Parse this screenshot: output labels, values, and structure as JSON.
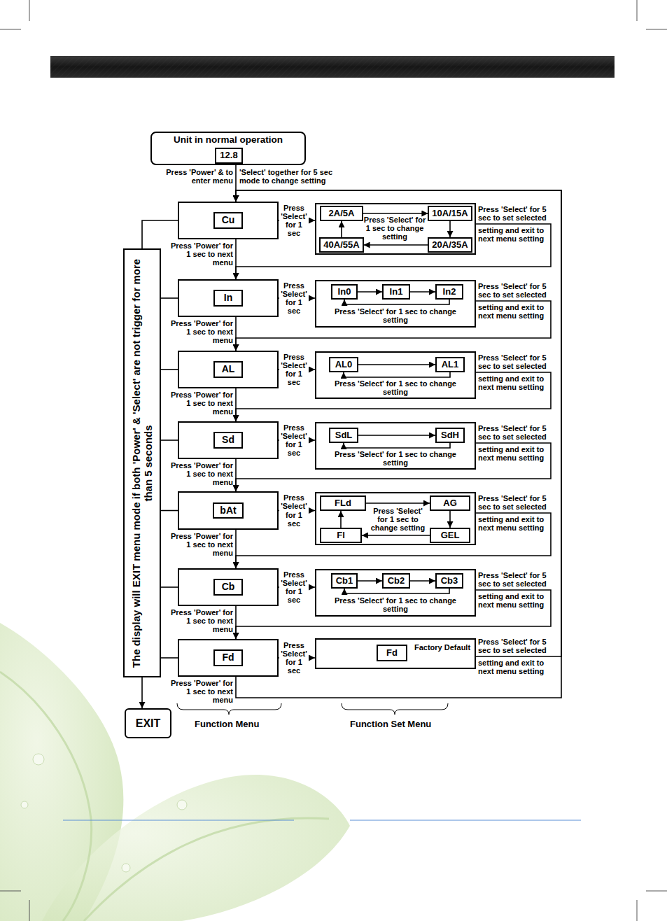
{
  "diagram": {
    "nodes": [
      {
        "text": [
          "Unit in normal operation"
        ]
      },
      {
        "text": [
          "12.8"
        ],
        "in": 0
      },
      {
        "text": [
          "Cu"
        ]
      },
      {
        "text": [
          "Press 'Select' for 1 sec to change setting"
        ]
      },
      {
        "text": [
          "2A/5A"
        ],
        "in": 3
      },
      {
        "text": [
          "10A/15A"
        ],
        "in": 3
      },
      {
        "text": [
          "40A/55A"
        ],
        "in": 3
      },
      {
        "text": [
          "20A/35A"
        ],
        "in": 3
      },
      {
        "text": [
          "In"
        ]
      },
      {
        "text": [
          "Press 'Select' for 1 sec to change setting"
        ]
      },
      {
        "text": [
          "In0"
        ],
        "in": 9
      },
      {
        "text": [
          "In1"
        ],
        "in": 9
      },
      {
        "text": [
          "In2"
        ],
        "in": 9
      },
      {
        "text": [
          "AL"
        ]
      },
      {
        "text": [
          "Press 'Select' for 1 sec to change setting"
        ]
      },
      {
        "text": [
          "AL0"
        ],
        "in": 14
      },
      {
        "text": [
          "AL1"
        ],
        "in": 14
      },
      {
        "text": [
          "Sd"
        ]
      },
      {
        "text": [
          "Press 'Select' for 1 sec to change setting"
        ]
      },
      {
        "text": [
          "SdL"
        ],
        "in": 18
      },
      {
        "text": [
          "SdH"
        ],
        "in": 18
      },
      {
        "text": [
          "bAt"
        ]
      },
      {
        "text": [
          "Press 'Select' for 1 sec to change setting"
        ]
      },
      {
        "text": [
          "FLd"
        ],
        "in": 22
      },
      {
        "text": [
          "AG"
        ],
        "in": 22
      },
      {
        "text": [
          "Fl"
        ],
        "in": 22
      },
      {
        "text": [
          "GEL"
        ],
        "in": 22
      },
      {
        "text": [
          "Cb"
        ]
      },
      {
        "text": [
          "Press 'Select' for 1 sec to change setting"
        ]
      },
      {
        "text": [
          "Cb1"
        ],
        "in": 28
      },
      {
        "text": [
          "Cb2"
        ],
        "in": 28
      },
      {
        "text": [
          "Cb3"
        ],
        "in": 28
      },
      {
        "text": [
          "Fd"
        ]
      },
      {
        "text": [
          "Factory Default"
        ]
      },
      {
        "text": [
          "Fd"
        ],
        "in": 33
      },
      {
        "text": [
          "The display will EXIT menu mode if both 'Power' & 'Select' are not trigger for more than 5 seconds"
        ]
      },
      {
        "text": [
          "EXIT"
        ]
      }
    ],
    "edges": [
      {
        "from": 0,
        "to": 2,
        "arrow": "to"
      },
      {
        "from": 2,
        "to": 3,
        "label": "Press 'Select' for 1 sec",
        "arrow": "to"
      },
      {
        "from": 4,
        "to": 5,
        "arrow": "to"
      },
      {
        "from": 5,
        "to": 7,
        "arrow": "to"
      },
      {
        "from": 7,
        "to": 6,
        "arrow": "to"
      },
      {
        "from": 6,
        "to": 4,
        "arrow": "to"
      },
      {
        "from": 3,
        "to": 8,
        "arrow": "to"
      },
      {
        "from": 2,
        "to": 8,
        "label": "Press 'Power' for 1 sec to next menu",
        "arrow": "to"
      },
      {
        "from": 8,
        "to": 9,
        "label": "Press 'Select' for 1 sec",
        "arrow": "to"
      },
      {
        "from": 10,
        "to": 11,
        "arrow": "to"
      },
      {
        "from": 11,
        "to": 12,
        "arrow": "to"
      },
      {
        "from": 12,
        "to": 10,
        "arrow": "to"
      },
      {
        "from": 9,
        "to": 13,
        "arrow": "to"
      },
      {
        "from": 8,
        "to": 13,
        "label": "Press 'Power' for 1 sec to next menu",
        "arrow": "to"
      },
      {
        "from": 13,
        "to": 14,
        "label": "Press 'Select' for 1 sec",
        "arrow": "to"
      },
      {
        "from": 15,
        "to": 16,
        "arrow": "to"
      },
      {
        "from": 16,
        "to": 15,
        "arrow": "to"
      },
      {
        "from": 14,
        "to": 17,
        "arrow": "to"
      },
      {
        "from": 13,
        "to": 17,
        "label": "Press 'Power' for 1 sec to next menu",
        "arrow": "to"
      },
      {
        "from": 17,
        "to": 18,
        "label": "Press 'Select' for 1 sec",
        "arrow": "to"
      },
      {
        "from": 19,
        "to": 20,
        "arrow": "to"
      },
      {
        "from": 20,
        "to": 19,
        "arrow": "to"
      },
      {
        "from": 18,
        "to": 21,
        "arrow": "to"
      },
      {
        "from": 17,
        "to": 21,
        "label": "Press 'Power' for 1 sec to next menu",
        "arrow": "to"
      },
      {
        "from": 21,
        "to": 22,
        "label": "Press 'Select' for 1 sec",
        "arrow": "to"
      },
      {
        "from": 23,
        "to": 24,
        "arrow": "to"
      },
      {
        "from": 24,
        "to": 26,
        "arrow": "to"
      },
      {
        "from": 26,
        "to": 25,
        "arrow": "to"
      },
      {
        "from": 25,
        "to": 23,
        "arrow": "to"
      },
      {
        "from": 22,
        "to": 27,
        "arrow": "to"
      },
      {
        "from": 21,
        "to": 27,
        "label": "Press 'Power' for 1 sec to next menu",
        "arrow": "to"
      },
      {
        "from": 27,
        "to": 28,
        "label": "Press 'Select' for 1 sec",
        "arrow": "to"
      },
      {
        "from": 29,
        "to": 30,
        "arrow": "to"
      },
      {
        "from": 30,
        "to": 31,
        "arrow": "to"
      },
      {
        "from": 31,
        "to": 29,
        "arrow": "to"
      },
      {
        "from": 28,
        "to": 32,
        "arrow": "to"
      },
      {
        "from": 27,
        "to": 32,
        "label": "Press 'Power' for 1 sec to next menu",
        "arrow": "to"
      },
      {
        "from": 32,
        "to": 33,
        "label": "Press 'Select' for 1 sec",
        "arrow": "to"
      },
      {
        "from": 33,
        "to": 2,
        "arrow": "to"
      },
      {
        "from": 32,
        "to": 2,
        "label": "Press 'Power' for 1 sec to next menu",
        "arrow": "to"
      },
      {
        "from": 35,
        "to": 2,
        "arrow": "none"
      },
      {
        "from": 35,
        "to": 8,
        "arrow": "none"
      },
      {
        "from": 35,
        "to": 13,
        "arrow": "none"
      },
      {
        "from": 35,
        "to": 17,
        "arrow": "none"
      },
      {
        "from": 35,
        "to": 21,
        "arrow": "none"
      },
      {
        "from": 35,
        "to": 27,
        "arrow": "none"
      },
      {
        "from": 35,
        "to": 32,
        "arrow": "none"
      },
      {
        "from": 35,
        "to": 36,
        "arrow": "to"
      }
    ],
    "labels": [
      "Press 'Power' & to enter menu",
      "'Select' together for 5 sec mode to change setting",
      "Press 'Select' for 5 sec to set selected",
      "setting and exit to next menu setting",
      "Press 'Select' for 5 sec to set selected",
      "setting and exit to next menu setting",
      "Press 'Select' for 5 sec to set selected",
      "setting and exit to next menu setting",
      "Press 'Select' for 5 sec to set selected",
      "setting and exit to next menu setting",
      "Press 'Select' for 5 sec to set selected",
      "setting and exit to next menu setting",
      "Press 'Select' for 5 sec to set selected",
      "setting and exit to next menu setting",
      "Press 'Select' for 5 sec to set selected",
      "setting and exit to next menu setting",
      "Function Menu",
      "Function Set Menu"
    ]
  }
}
